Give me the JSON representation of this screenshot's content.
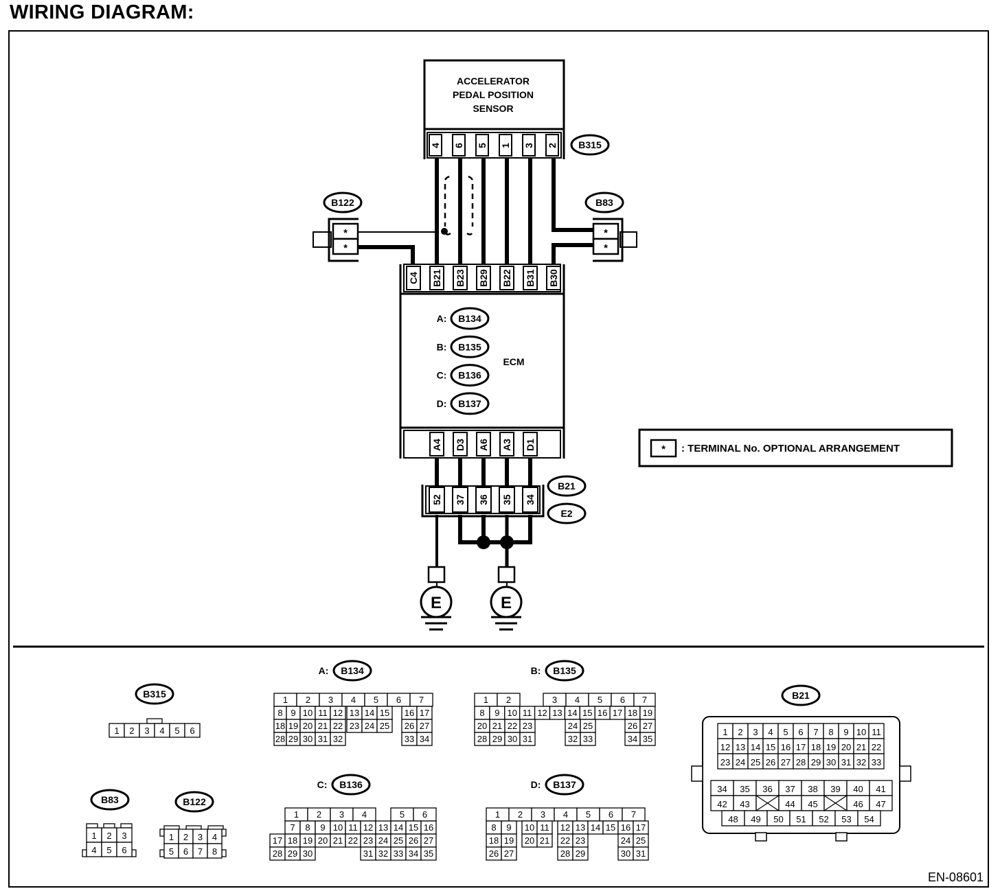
{
  "title": "WIRING DIAGRAM:",
  "footer_code": "EN-08601",
  "legend": {
    "symbol": "*",
    "text": ": TERMINAL No. OPTIONAL ARRANGEMENT"
  },
  "sensor": {
    "name_lines": [
      "ACCELERATOR",
      "PEDAL POSITION",
      "SENSOR"
    ],
    "connector": "B315",
    "pins": [
      "4",
      "6",
      "5",
      "1",
      "3",
      "2"
    ]
  },
  "ecm": {
    "name": "ECM",
    "connectors": [
      {
        "letter": "A:",
        "id": "B134"
      },
      {
        "letter": "B:",
        "id": "B135"
      },
      {
        "letter": "C:",
        "id": "B136"
      },
      {
        "letter": "D:",
        "id": "B137"
      }
    ],
    "top_pins": [
      "C4",
      "B21",
      "B23",
      "B29",
      "B22",
      "B31",
      "B30"
    ],
    "bottom_pins": [
      "A4",
      "D3",
      "A6",
      "A3",
      "D1"
    ]
  },
  "left_connector": {
    "id": "B122",
    "pins": [
      "*",
      "*"
    ]
  },
  "right_connector": {
    "id": "B83",
    "pins": [
      "*",
      "*"
    ]
  },
  "joint_connector": {
    "ids": [
      "B21",
      "E2"
    ],
    "pins": [
      "52",
      "37",
      "36",
      "35",
      "34"
    ]
  },
  "grounds": [
    {
      "label": "E"
    },
    {
      "label": "E"
    }
  ],
  "connector_views": {
    "b315": {
      "id": "B315",
      "rows": [
        [
          "1",
          "2",
          "3",
          "4",
          "5",
          "6"
        ]
      ]
    },
    "b83": {
      "id": "B83",
      "rows": [
        [
          "1",
          "2",
          "3"
        ],
        [
          "4",
          "5",
          "6"
        ]
      ]
    },
    "b122": {
      "id": "B122",
      "rows": [
        [
          "1",
          "2",
          "3",
          "4"
        ],
        [
          "5",
          "6",
          "7",
          "8"
        ]
      ]
    },
    "b134": {
      "prefix": "A:",
      "id": "B134",
      "rows": [
        [
          "1",
          "2",
          "3",
          "4",
          "5",
          "6",
          "7"
        ],
        [
          "8",
          "9",
          "10",
          "11",
          "12",
          "13",
          "14",
          "15",
          "16",
          "17"
        ],
        [
          "18",
          "19",
          "20",
          "21",
          "22",
          "23",
          "24",
          "25",
          "26",
          "27"
        ],
        [
          "28",
          "29",
          "30",
          "31",
          "32",
          "33",
          "34"
        ]
      ]
    },
    "b135": {
      "prefix": "B:",
      "id": "B135",
      "rows": [
        [
          "1",
          "2",
          "3",
          "4",
          "5",
          "6",
          "7"
        ],
        [
          "8",
          "9",
          "10",
          "11",
          "12",
          "13",
          "14",
          "15",
          "16",
          "17",
          "18",
          "19"
        ],
        [
          "20",
          "21",
          "22",
          "23",
          "24",
          "25",
          "26",
          "27"
        ],
        [
          "28",
          "29",
          "30",
          "31",
          "32",
          "33",
          "34",
          "35"
        ]
      ]
    },
    "b136": {
      "prefix": "C:",
      "id": "B136",
      "rows": [
        [
          "1",
          "2",
          "3",
          "4",
          "5",
          "6"
        ],
        [
          "7",
          "8",
          "9",
          "10",
          "11",
          "12",
          "13",
          "14",
          "15",
          "16"
        ],
        [
          "17",
          "18",
          "19",
          "20",
          "21",
          "22",
          "23",
          "24",
          "25",
          "26",
          "27"
        ],
        [
          "28",
          "29",
          "30",
          "31",
          "32",
          "33",
          "34",
          "35"
        ]
      ]
    },
    "b137": {
      "prefix": "D:",
      "id": "B137",
      "rows": [
        [
          "1",
          "2",
          "3",
          "4",
          "5",
          "6",
          "7"
        ],
        [
          "8",
          "9",
          "10",
          "11",
          "12",
          "13",
          "14",
          "15",
          "16",
          "17"
        ],
        [
          "18",
          "19",
          "20",
          "21",
          "22",
          "23",
          "24",
          "25"
        ],
        [
          "26",
          "27",
          "28",
          "29",
          "30",
          "31"
        ]
      ]
    },
    "b21": {
      "id": "B21",
      "rows": [
        [
          "1",
          "2",
          "3",
          "4",
          "5",
          "6",
          "7",
          "8",
          "9",
          "10",
          "11"
        ],
        [
          "12",
          "13",
          "14",
          "15",
          "16",
          "17",
          "18",
          "19",
          "20",
          "21",
          "22"
        ],
        [
          "23",
          "24",
          "25",
          "26",
          "27",
          "28",
          "29",
          "30",
          "31",
          "32",
          "33"
        ],
        [
          "34",
          "35",
          "36",
          "37",
          "38",
          "39",
          "40",
          "41"
        ],
        [
          "42",
          "43",
          "",
          "44",
          "45",
          "",
          "46",
          "47"
        ],
        [
          "48",
          "49",
          "50",
          "51",
          "52",
          "53",
          "54"
        ]
      ]
    }
  }
}
